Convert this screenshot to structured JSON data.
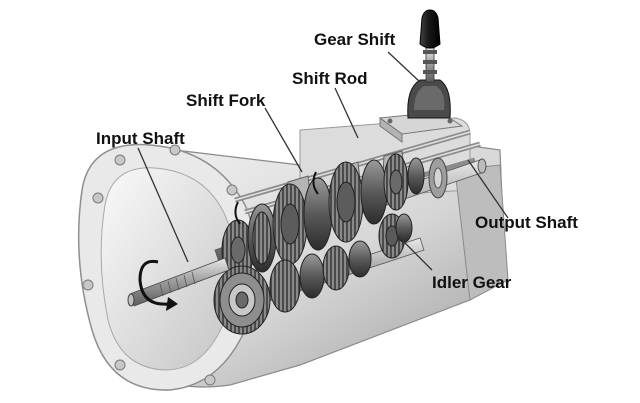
{
  "labels": {
    "gear_shift": "Gear Shift",
    "shift_rod": "Shift Rod",
    "shift_fork": "Shift Fork",
    "input_shaft": "Input Shaft",
    "output_shaft": "Output Shaft",
    "idler_gear": "Idler Gear"
  },
  "colors": {
    "background": "#ffffff",
    "label_text": "#111111",
    "leader_line": "#333333",
    "housing": "#d9d9d9",
    "gear_metal": "#6e6e6e",
    "shaft_metal": "#a8a8a8",
    "knob": "#1e1e1e"
  }
}
